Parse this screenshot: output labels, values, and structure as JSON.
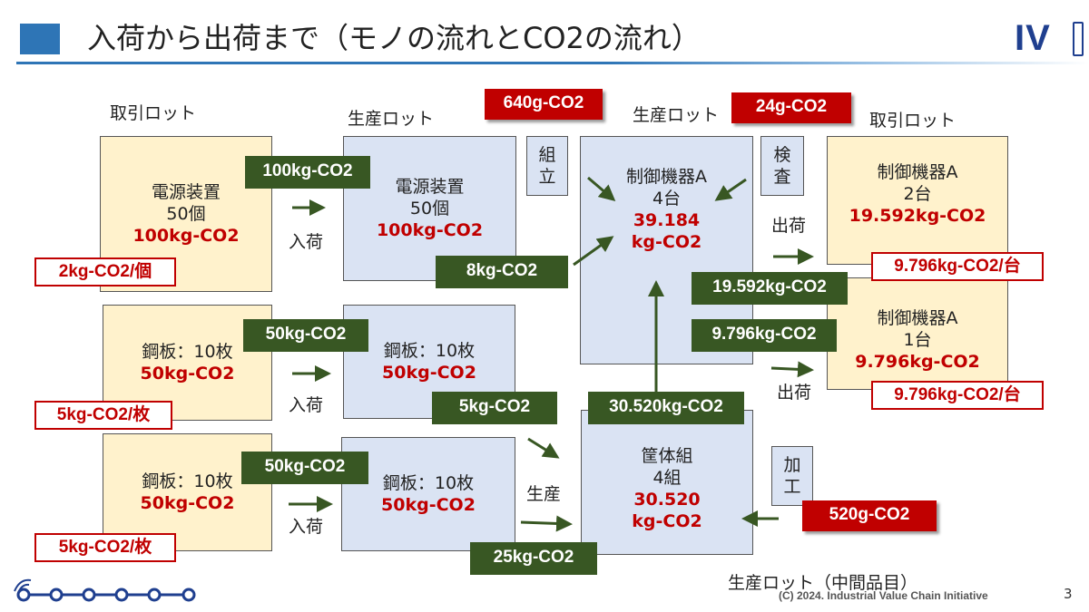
{
  "header": {
    "title": "入荷から出荷まで（モノの流れとCO2の流れ）",
    "logo_text": "IV"
  },
  "colors": {
    "accent": "#2e75b6",
    "green_tag": "#385723",
    "red": "#c00000",
    "yellow_box": "#fff2cc",
    "blue_box": "#dae3f3"
  },
  "labels": {
    "trade_lot_1": "取引ロット",
    "prod_lot_1": "生産ロット",
    "prod_lot_2": "生産ロット",
    "trade_lot_2": "取引ロット",
    "prod_lot_intermediate": "生産ロット（中間品目）",
    "arrival_1": "入荷",
    "arrival_2": "入荷",
    "arrival_3": "入荷",
    "shipping_1": "出荷",
    "shipping_2": "出荷",
    "production": "生産"
  },
  "process": {
    "assembly": "組立",
    "inspection": "検査",
    "processing": "加工"
  },
  "boxes": {
    "psu_trade": {
      "line1": "電源装置",
      "line2": "50個",
      "co2": "100kg-CO2"
    },
    "steel_trade_1": {
      "line1": "鋼板：10枚",
      "co2": "50kg-CO2"
    },
    "steel_trade_2": {
      "line1": "鋼板：10枚",
      "co2": "50kg-CO2"
    },
    "psu_prod": {
      "line1": "電源装置",
      "line2": "50個",
      "co2": "100kg-CO2"
    },
    "steel_prod_1": {
      "line1": "鋼板：10枚",
      "co2": "50kg-CO2"
    },
    "steel_prod_2": {
      "line1": "鋼板：10枚",
      "co2": "50kg-CO2"
    },
    "controller_prod": {
      "line1": "制御機器A",
      "line2": "4台",
      "co2_1": "39.184",
      "co2_2": "kg-CO2"
    },
    "case_prod": {
      "line1": "筐体組",
      "line2": "4組",
      "co2_1": "30.520",
      "co2_2": "kg-CO2"
    },
    "controller_ship_1": {
      "line1": "制御機器A",
      "line2": "2台",
      "co2": "19.592kg-CO2"
    },
    "controller_ship_2": {
      "line1": "制御機器A",
      "line2": "1台",
      "co2": "9.796kg-CO2"
    }
  },
  "green_tags": {
    "psu_in": "100kg-CO2",
    "steel_in_1": "50kg-CO2",
    "steel_in_2": "50kg-CO2",
    "psu_to_ctrl": "8kg-CO2",
    "steel_to_case": "5kg-CO2",
    "steel2_to_case": "25kg-CO2",
    "case_to_ctrl": "30.520kg-CO2",
    "ship_1": "19.592kg-CO2",
    "ship_2": "9.796kg-CO2"
  },
  "red_tags": {
    "assembly_co2": "640g-CO2",
    "inspection_co2": "24g-CO2",
    "processing_co2": "520g-CO2"
  },
  "outline_tags": {
    "psu_unit": "2kg-CO2/個",
    "steel_unit_1": "5kg-CO2/枚",
    "steel_unit_2": "5kg-CO2/枚",
    "ctrl_unit_1": "9.796kg-CO2/台",
    "ctrl_unit_2": "9.796kg-CO2/台"
  },
  "footer": {
    "copyright": "(C) 2024. Industrial Value Chain Initiative",
    "page": "3"
  }
}
